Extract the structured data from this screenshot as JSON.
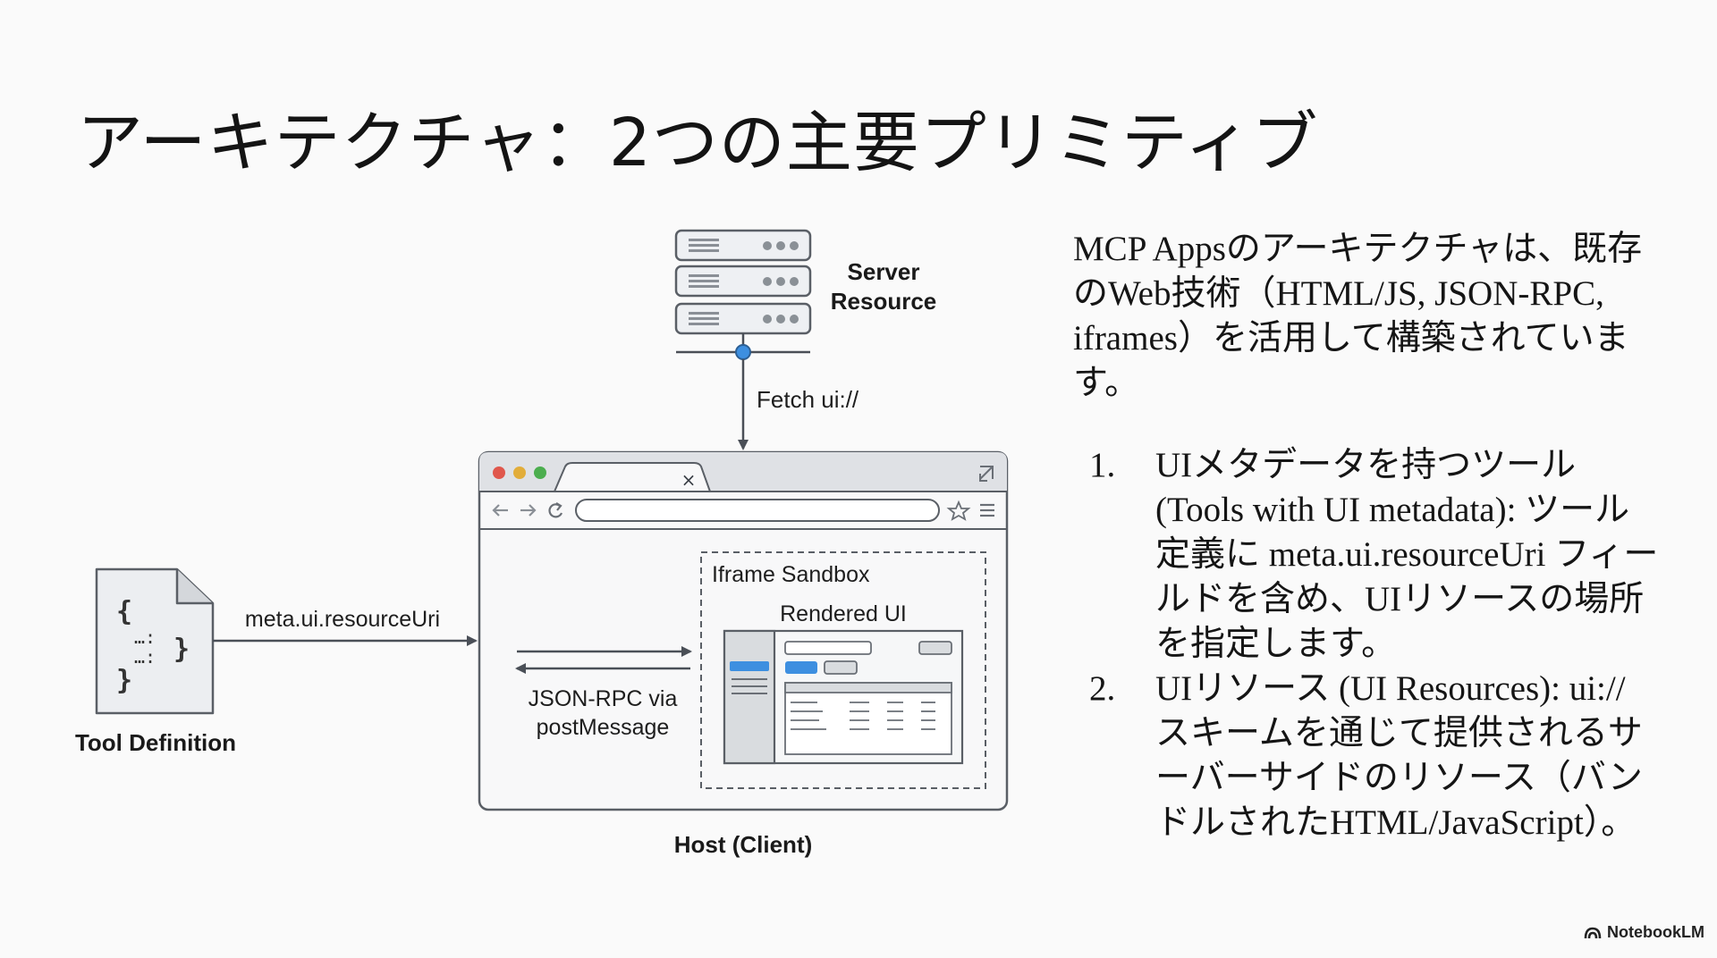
{
  "slide": {
    "title": "アーキテクチャ：2つの主要プリミティブ"
  },
  "diagram": {
    "server_label_line1": "Server",
    "server_label_line2": "Resource",
    "fetch_label": "Fetch ui://",
    "tool_label": "Tool Definition",
    "meta_label": "meta.ui.resourceUri",
    "rpc_label_line1": "JSON-RPC via",
    "rpc_label_line2": "postMessage",
    "sandbox_label": "Iframe Sandbox",
    "rendered_label": "Rendered UI",
    "host_label": "Host (Client)",
    "tab_close": "×"
  },
  "text": {
    "intro": "MCP Appsのアーキテクチャは、既存のWeb技術（HTML/JS, JSON-RPC, iframes）を活用して構築されています。",
    "items": [
      {
        "number": "1.",
        "text": "UIメタデータを持つツール (Tools with UI metadata): ツール定義に meta.ui.resourceUri フィールドを含め、UIリソースの場所を指定します。"
      },
      {
        "number": "2.",
        "text": "UIリソース (UI Resources): ui:// スキームを通じて提供されるサーバーサイドのリソース（バンドルされたHTML/JavaScript）。"
      }
    ]
  },
  "branding": {
    "name": "NotebookLM"
  },
  "colors": {
    "accent_blue": "#3d8fe0",
    "traffic_red": "#e0574c",
    "traffic_yellow": "#e2ad3a",
    "traffic_green": "#4cae4f"
  }
}
